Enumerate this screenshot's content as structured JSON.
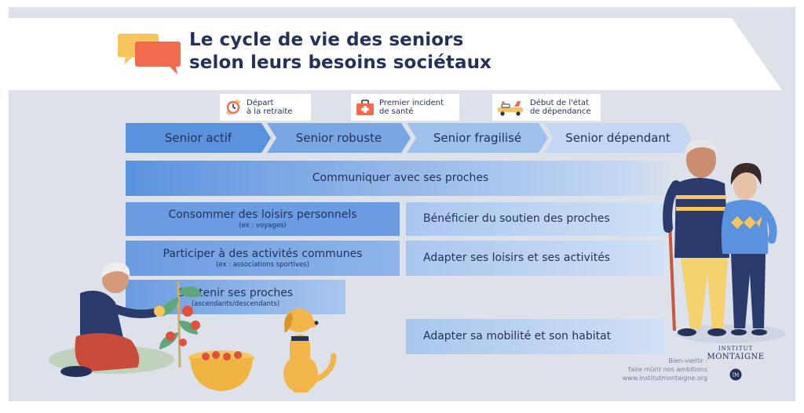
{
  "title": {
    "line1": "Le cycle de vie des seniors",
    "line2": "selon leurs besoins sociétaux"
  },
  "milestones": [
    {
      "label": "Départ\nà la retraite",
      "icon": "retirement-watch-icon"
    },
    {
      "label": "Premier incident\nde santé",
      "icon": "first-aid-kit-icon"
    },
    {
      "label": "Début de l'état\nde dépendance",
      "icon": "wheelchair-icon"
    }
  ],
  "phases": [
    "Senior actif",
    "Senior robuste",
    "Senior fragilisé",
    "Senior dépendant"
  ],
  "needs": {
    "communiquer": {
      "main": "Communiquer avec ses proches"
    },
    "loisirs": {
      "main": "Consommer des loisirs personnels",
      "sub": "(ex : voyages)"
    },
    "activites": {
      "main": "Participer à des activités communes",
      "sub": "(ex : associations sportives)"
    },
    "soutenir": {
      "main": "Soutenir ses proches",
      "sub": "(ascendants/descendants)"
    },
    "soutien": {
      "main": "Bénéficier du soutien des proches"
    },
    "adapter_loisirs": {
      "main": "Adapter ses loisirs et ses activités"
    },
    "mobilite": {
      "main": "Adapter sa mobilité et son habitat"
    }
  },
  "credits": {
    "line1": "Bien-vieillir :",
    "line2": "faire mûrir nos ambitions",
    "line3": "www.institutmontaigne.org"
  },
  "brand": {
    "line1": "INSTITUT",
    "line2": "MONTAIGNE",
    "seal": "IM"
  },
  "colors": {
    "navy": "#243259",
    "phase1": "#5b92de",
    "phase2": "#79a7e4",
    "phase3": "#9ec0ec",
    "phase4": "#c3d7f3",
    "background": "#dde1ea",
    "accent_orange": "#f26b4f",
    "accent_yellow": "#f7c45d"
  }
}
